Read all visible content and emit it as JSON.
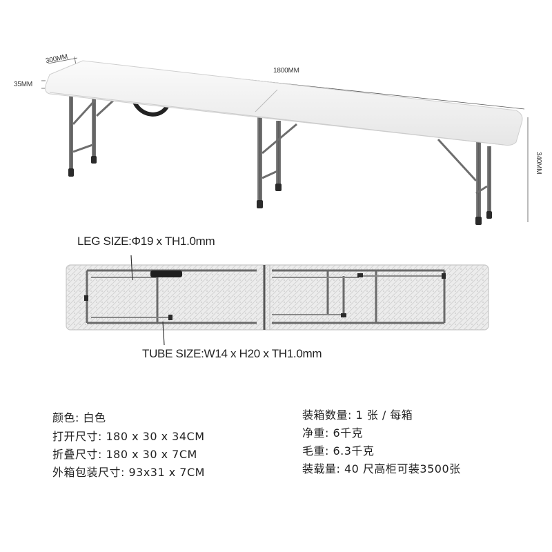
{
  "dimensions": {
    "depth": "300MM",
    "length": "1800MM",
    "thickness": "35MM",
    "height": "340MM"
  },
  "callouts": {
    "leg_size": "LEG SIZE:Φ19 x TH1.0mm",
    "tube_size": "TUBE SIZE:W14 x H20 x TH1.0mm"
  },
  "specs": {
    "left": [
      "颜色: 白色",
      "打开尺寸: 180 x 30 x 34CM",
      "折叠尺寸: 180 x 30 x 7CM",
      "外箱包装尺寸: 93x31 x 7CM"
    ],
    "right": [
      "装箱数量: 1 张 / 每箱",
      "净重: 6千克",
      "毛重: 6.3千克",
      "装载量: 40 尺高柜可装3500张"
    ]
  },
  "colors": {
    "tabletop": "#f2f2f2",
    "leg": "#6e6e6e",
    "foot": "#2a2a2a",
    "underside": "#e4e4e4"
  }
}
